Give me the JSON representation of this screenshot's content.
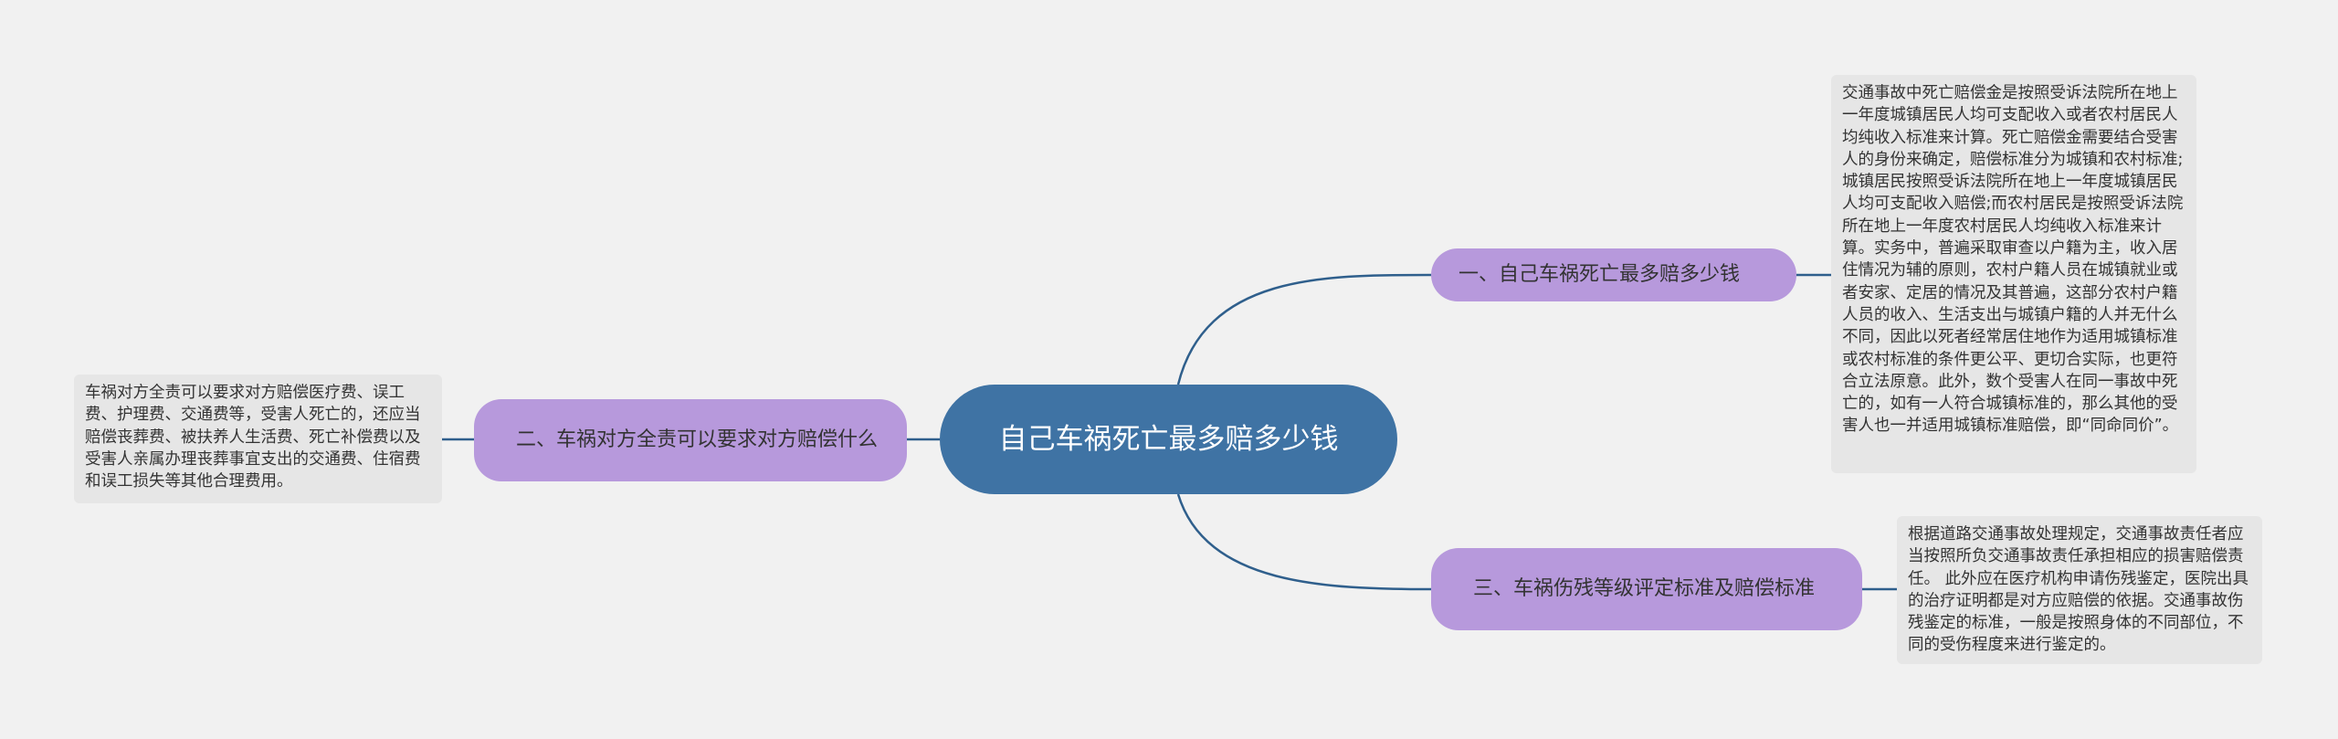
{
  "diagram": {
    "root": {
      "label": "自己车祸死亡最多赔多少钱"
    },
    "branches": [
      {
        "label": "一、自己车祸死亡最多赔多少钱",
        "note": "交通事故中死亡赔偿金是按照受诉法院所在地上一年度城镇居民人均可支配收入或者农村居民人均纯收入标准来计算。死亡赔偿金需要结合受害人的身份来确定，赔偿标准分为城镇和农村标准;城镇居民按照受诉法院所在地上一年度城镇居民人均可支配收入赔偿;而农村居民是按照受诉法院所在地上一年度农村居民人均纯收入标准来计算。实务中，普遍采取审查以户籍为主，收入居住情况为辅的原则，农村户籍人员在城镇就业或者安家、定居的情况及其普遍，这部分农村户籍人员的收入、生活支出与城镇户籍的人并无什么不同，因此以死者经常居住地作为适用城镇标准或农村标准的条件更公平、更切合实际，也更符合立法原意。此外，数个受害人在同一事故中死亡的，如有一人符合城镇标准的，那么其他的受害人也一并适用城镇标准赔偿，即“同命同价”。"
      },
      {
        "label": "二、车祸对方全责可以要求对方赔偿什么",
        "note": " 车祸对方全责可以要求对方赔偿医疗费、误工费、护理费、交通费等，受害人死亡的，还应当赔偿丧葬费、被扶养人生活费、死亡补偿费以及受害人亲属办理丧葬事宜支出的交通费、住宿费和误工损失等其他合理费用。"
      },
      {
        "label": "三、车祸伤残等级评定标准及赔偿标准",
        "note": "根据道路交通事故处理规定，交通事故责任者应当按照所负交通事故责任承担相应的损害赔偿责任。 此外应在医疗机构申请伤残鉴定，医院出具的治疗证明都是对方应赔偿的依据。交通事故伤残鉴定的标准，一般是按照身体的不同部位，不同的受伤程度来进行鉴定的。"
      }
    ],
    "colors": {
      "background": "#f1f1f1",
      "root_fill": "#3f73a4",
      "branch_fill": "#b799dc",
      "leaf_fill": "#e6e6e6",
      "connector": "#2f5f8c"
    }
  }
}
